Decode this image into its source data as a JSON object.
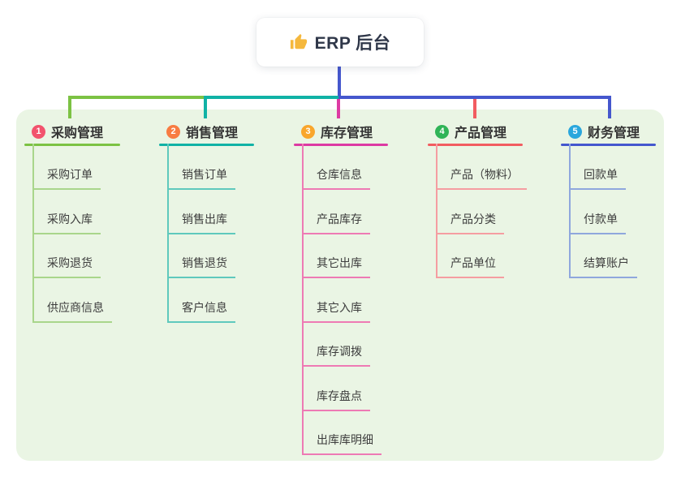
{
  "root": {
    "title": "ERP 后台",
    "icon": "thumbs-up-icon"
  },
  "connector_colors": {
    "green": "#7cc243",
    "teal": "#10b2a5",
    "blue": "#4557cd",
    "magenta": "#dd3aa3",
    "red": "#f25c60"
  },
  "panel_color": "#eaf5e4",
  "branches": [
    {
      "number": "1",
      "title": "采购管理",
      "badge_color": "#f2536d",
      "line_color": "#7cc243",
      "child_line_color": "#a9d68b",
      "children": [
        "采购订单",
        "采购入库",
        "采购退货",
        "供应商信息"
      ]
    },
    {
      "number": "2",
      "title": "销售管理",
      "badge_color": "#f87c42",
      "line_color": "#10b2a5",
      "child_line_color": "#5fc9bd",
      "children": [
        "销售订单",
        "销售出库",
        "销售退货",
        "客户信息"
      ]
    },
    {
      "number": "3",
      "title": "库存管理",
      "badge_color": "#f9a62c",
      "line_color": "#dd3aa3",
      "child_line_color": "#ee7ab4",
      "children": [
        "仓库信息",
        "产品库存",
        "其它出库",
        "其它入库",
        "库存调拨",
        "库存盘点",
        "出库库明细"
      ]
    },
    {
      "number": "4",
      "title": "产品管理",
      "badge_color": "#30b457",
      "line_color": "#f25c60",
      "child_line_color": "#f59da1",
      "children": [
        "产品（物料）",
        "产品分类",
        "产品单位"
      ]
    },
    {
      "number": "5",
      "title": "财务管理",
      "badge_color": "#2aa7dd",
      "line_color": "#4457ce",
      "child_line_color": "#8fa7dd",
      "children": [
        "回款单",
        "付款单",
        "结算账户"
      ]
    }
  ]
}
